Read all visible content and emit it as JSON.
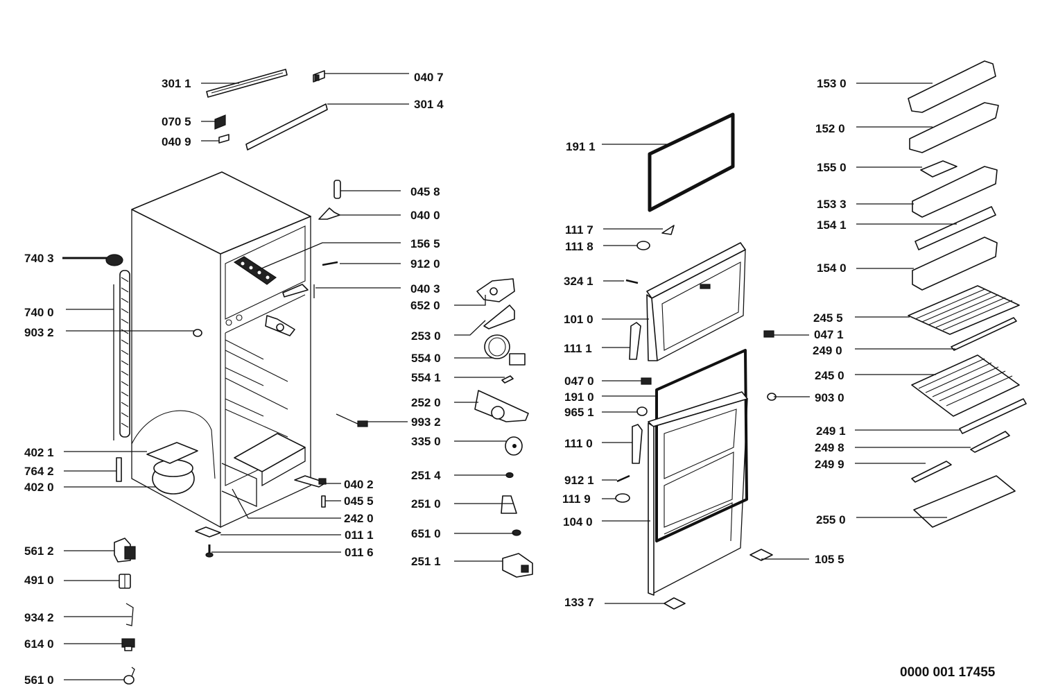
{
  "diagram": {
    "title": "Refrigerator exploded parts view",
    "document_number": "0000 001 17455",
    "colors": {
      "ink": "#111111",
      "background": "#ffffff"
    },
    "callouts": [
      {
        "id": "301-1",
        "label": "301 1"
      },
      {
        "id": "040-7",
        "label": "040 7"
      },
      {
        "id": "301-4",
        "label": "301 4"
      },
      {
        "id": "070-5",
        "label": "070 5"
      },
      {
        "id": "040-9",
        "label": "040 9"
      },
      {
        "id": "045-8",
        "label": "045 8"
      },
      {
        "id": "040-0",
        "label": "040 0"
      },
      {
        "id": "156-5",
        "label": "156 5"
      },
      {
        "id": "740-3",
        "label": "740 3"
      },
      {
        "id": "912-0",
        "label": "912 0"
      },
      {
        "id": "040-3",
        "label": "040 3"
      },
      {
        "id": "740-0",
        "label": "740 0"
      },
      {
        "id": "652-0",
        "label": "652 0"
      },
      {
        "id": "903-2",
        "label": "903 2"
      },
      {
        "id": "253-0",
        "label": "253 0"
      },
      {
        "id": "554-0",
        "label": "554 0"
      },
      {
        "id": "554-1",
        "label": "554 1"
      },
      {
        "id": "252-0",
        "label": "252 0"
      },
      {
        "id": "993-2",
        "label": "993 2"
      },
      {
        "id": "335-0",
        "label": "335 0"
      },
      {
        "id": "402-1",
        "label": "402 1"
      },
      {
        "id": "764-2",
        "label": "764 2"
      },
      {
        "id": "402-0",
        "label": "402 0"
      },
      {
        "id": "251-4",
        "label": "251 4"
      },
      {
        "id": "040-2",
        "label": "040 2"
      },
      {
        "id": "045-5",
        "label": "045 5"
      },
      {
        "id": "251-0",
        "label": "251 0"
      },
      {
        "id": "242-0",
        "label": "242 0"
      },
      {
        "id": "011-1",
        "label": "011 1"
      },
      {
        "id": "651-0",
        "label": "651 0"
      },
      {
        "id": "561-2",
        "label": "561 2"
      },
      {
        "id": "011-6",
        "label": "011 6"
      },
      {
        "id": "251-1",
        "label": "251 1"
      },
      {
        "id": "491-0",
        "label": "491 0"
      },
      {
        "id": "934-2",
        "label": "934 2"
      },
      {
        "id": "614-0",
        "label": "614 0"
      },
      {
        "id": "561-0",
        "label": "561 0"
      },
      {
        "id": "191-1",
        "label": "191 1"
      },
      {
        "id": "111-7",
        "label": "111 7"
      },
      {
        "id": "111-8",
        "label": "111 8"
      },
      {
        "id": "324-1",
        "label": "324 1"
      },
      {
        "id": "101-0",
        "label": "101 0"
      },
      {
        "id": "111-1",
        "label": "111 1"
      },
      {
        "id": "047-0",
        "label": "047 0"
      },
      {
        "id": "191-0",
        "label": "191 0"
      },
      {
        "id": "965-1",
        "label": "965 1"
      },
      {
        "id": "111-0",
        "label": "111 0"
      },
      {
        "id": "912-1",
        "label": "912 1"
      },
      {
        "id": "111-9",
        "label": "111 9"
      },
      {
        "id": "104-0",
        "label": "104 0"
      },
      {
        "id": "133-7",
        "label": "133 7"
      },
      {
        "id": "153-0",
        "label": "153 0"
      },
      {
        "id": "152-0",
        "label": "152 0"
      },
      {
        "id": "155-0",
        "label": "155 0"
      },
      {
        "id": "153-3",
        "label": "153 3"
      },
      {
        "id": "154-1",
        "label": "154 1"
      },
      {
        "id": "154-0",
        "label": "154 0"
      },
      {
        "id": "245-5",
        "label": "245 5"
      },
      {
        "id": "047-1",
        "label": "047 1"
      },
      {
        "id": "249-0",
        "label": "249 0"
      },
      {
        "id": "245-0",
        "label": "245 0"
      },
      {
        "id": "903-0",
        "label": "903 0"
      },
      {
        "id": "249-1",
        "label": "249 1"
      },
      {
        "id": "249-8",
        "label": "249 8"
      },
      {
        "id": "249-9",
        "label": "249 9"
      },
      {
        "id": "255-0",
        "label": "255 0"
      },
      {
        "id": "105-5",
        "label": "105 5"
      }
    ]
  }
}
